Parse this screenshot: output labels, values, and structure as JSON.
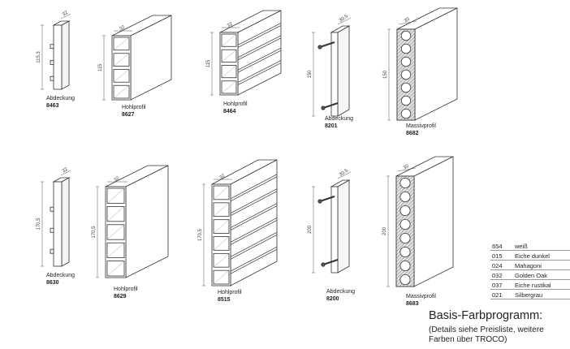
{
  "profiles": [
    {
      "id": "p8463",
      "label": "Abdeckung",
      "number": "8463",
      "dims": {
        "w": "32",
        "h": "115,3"
      }
    },
    {
      "id": "p8627",
      "label": "Hohlprofil",
      "number": "8627",
      "dims": {
        "w": "32",
        "h": "115"
      }
    },
    {
      "id": "p8464",
      "label": "Hohlprofil",
      "number": "8464",
      "dims": {
        "w": "32",
        "h": "115"
      }
    },
    {
      "id": "p8201",
      "label": "Abdeckung",
      "number": "8201",
      "dims": {
        "w": "30,5",
        "h": "150"
      }
    },
    {
      "id": "p8682",
      "label": "Massivprofil",
      "number": "8682",
      "dims": {
        "w": "30",
        "h": "150"
      }
    },
    {
      "id": "p8630",
      "label": "Abdeckung",
      "number": "8630",
      "dims": {
        "w": "32",
        "h": "170,5"
      }
    },
    {
      "id": "p8629",
      "label": "Hohlprofil",
      "number": "8629",
      "dims": {
        "w": "32",
        "h": "170,5"
      }
    },
    {
      "id": "p8515",
      "label": "Hohlprofil",
      "number": "8515",
      "dims": {
        "w": "32",
        "h": "170,5"
      }
    },
    {
      "id": "p8200",
      "label": "Abdeckung",
      "number": "8200",
      "dims": {
        "w": "30,5",
        "h": "200"
      }
    },
    {
      "id": "p8683",
      "label": "Massivprofil",
      "number": "8683",
      "dims": {
        "w": "30",
        "h": "200"
      }
    }
  ],
  "colors": [
    {
      "code": "654",
      "name": "weiß"
    },
    {
      "code": "015",
      "name": "Eiche dunkel"
    },
    {
      "code": "024",
      "name": "Mahagoni"
    },
    {
      "code": "032",
      "name": "Golden Oak"
    },
    {
      "code": "037",
      "name": "Eiche rustikal"
    },
    {
      "code": "021",
      "name": "Silbergrau"
    }
  ],
  "footer": {
    "title": "Basis-Farbprogramm:",
    "note": "(Details siehe Preisliste, weitere Farben über TROCO)"
  }
}
